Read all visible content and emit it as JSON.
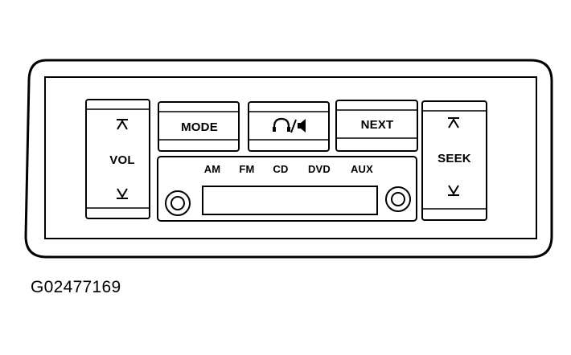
{
  "controls": {
    "volume": {
      "label": "VOL",
      "up_icon": "up-arrow-bar-icon",
      "down_icon": "down-arrow-bar-icon"
    },
    "seek": {
      "label": "SEEK",
      "up_icon": "up-arrow-bar-icon",
      "down_icon": "down-arrow-bar-icon"
    },
    "mode_label": "MODE",
    "headphone_speaker_icon": "headphone-speaker-icon",
    "next_label": "NEXT",
    "sources": [
      "AM",
      "FM",
      "CD",
      "DVD",
      "AUX"
    ]
  },
  "caption": "G02477169",
  "colors": {
    "line": "#000000",
    "background": "#ffffff"
  }
}
